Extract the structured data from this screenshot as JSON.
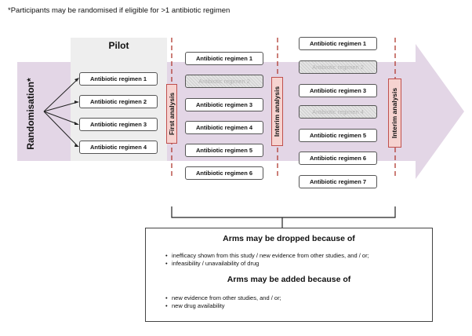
{
  "footnote": "*Participants may be randomised if eligible for >1 antibiotic regimen",
  "randomisation_label": "Randomisation*",
  "pilot_label": "Pilot",
  "pilot_regimens": [
    "Antibiotic regimen 1",
    "Antibiotic regimen 2",
    "Antibiotic regimen 3",
    "Antibiotic regimen 4"
  ],
  "first_analysis_label": "First analysis",
  "stage2_regimens": [
    {
      "label": "Antibiotic regimen 1",
      "dropped": false
    },
    {
      "label": "Antibiotic regimen 2",
      "dropped": true
    },
    {
      "label": "Antibiotic regimen 3",
      "dropped": false
    },
    {
      "label": "Antibiotic regimen 4",
      "dropped": false
    },
    {
      "label": "Antibiotic regimen 5",
      "dropped": false
    },
    {
      "label": "Antibiotic regimen 6",
      "dropped": false
    }
  ],
  "interim_analysis_label_1": "Interim analysis",
  "stage3_regimens": [
    {
      "label": "Antibiotic regimen 1",
      "dropped": false
    },
    {
      "label": "Antibiotic regimen 2",
      "dropped": true
    },
    {
      "label": "Antibiotic regimen 3",
      "dropped": false
    },
    {
      "label": "Antibiotic regimen 4",
      "dropped": true
    },
    {
      "label": "Antibiotic regimen 5",
      "dropped": false
    },
    {
      "label": "Antibiotic regimen 6",
      "dropped": false
    },
    {
      "label": "Antibiotic regimen 7",
      "dropped": false
    }
  ],
  "interim_analysis_label_2": "Interim analysis",
  "info": {
    "dropped_heading": "Arms may be dropped because of",
    "dropped_reasons": [
      "inefficacy shown from this study / new evidence from other studies, and / or;",
      "infeasibility / unavailability of drug"
    ],
    "added_heading": "Arms may be added because of",
    "added_reasons": [
      "new evidence from other studies, and / or;",
      "new drug availability"
    ]
  },
  "colors": {
    "arrow_fill": "#e3d6e6",
    "pilot_fill": "#eeeeee",
    "analysis_fill": "#f6d3d0",
    "analysis_border": "#c0504d",
    "dashed_line": "#b03a30"
  }
}
